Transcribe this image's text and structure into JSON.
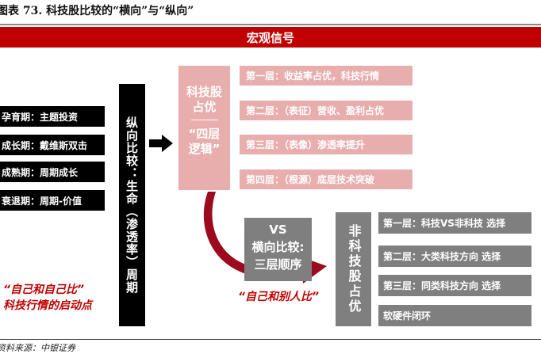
{
  "title": "图表 73. 科技股比较的“横向”与“纵向”",
  "banner": "宏观信号",
  "lifecycle": [
    "孕育期：主题投资",
    "成长期：戴维斯双击",
    "成熟期：周期成长",
    "衰退期：周期-价值"
  ],
  "vertical_label": "纵向比较：生命（渗透率）周期",
  "tech": {
    "title_line1": "科技股",
    "title_line2": "占优",
    "logic_line1": "“四层",
    "logic_line2": "逻辑”",
    "layers": [
      "第一层：收益率占优，科技行情",
      "第二层：（表征）营收、盈利占优",
      "第三层：（表像）渗透率提升",
      "第四层：（根源）底层技术突破"
    ]
  },
  "vs": {
    "line1": "VS",
    "line2": "横向比较:",
    "line3": "三层顺序"
  },
  "nontech": {
    "title": "非科技股占优",
    "layers": [
      "第一层：科技VS非科技 选择",
      "第二层：大类科技方向 选择",
      "第三层：同类科技方向 选择",
      "软硬件闭环"
    ]
  },
  "left_note_line1": "“自己和自己比”",
  "left_note_line2": "科技行情的启动点",
  "right_note": "“自己和别人比”",
  "source": "资料来源：中银证券",
  "colors": {
    "banner": "#c00000",
    "pink": "#e8adad",
    "gray": "#7f7f7f",
    "arrow": "#9b0a1e"
  }
}
